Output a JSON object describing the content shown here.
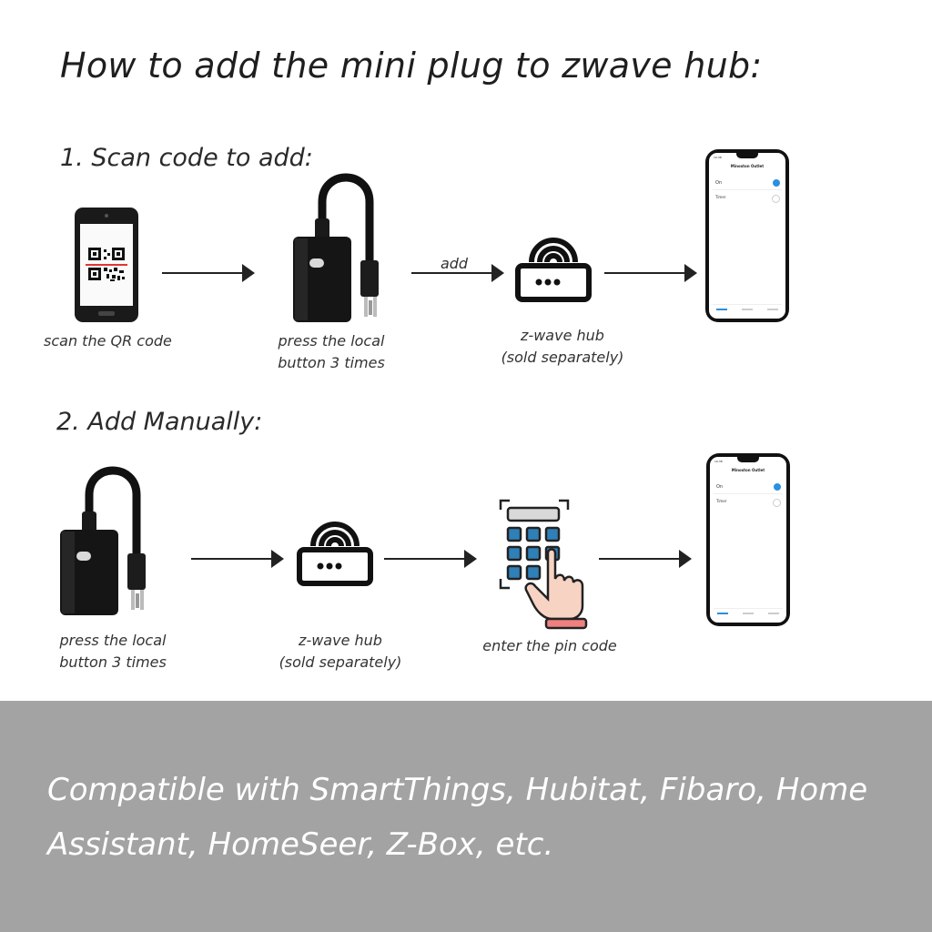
{
  "title": "How to add the mini plug to zwave hub:",
  "section1": {
    "heading": "1. Scan code to add:",
    "steps": [
      {
        "caption": "scan the QR code"
      },
      {
        "caption_line1": "press the local",
        "caption_line2": "button 3 times"
      },
      {
        "arrow_label": "add"
      },
      {
        "caption_line1": "z-wave hub",
        "caption_line2": "(sold separately)"
      }
    ]
  },
  "section2": {
    "heading": "2. Add Manually:",
    "steps": [
      {
        "caption_line1": "press the local",
        "caption_line2": "button 3 times"
      },
      {
        "caption_line1": "z-wave hub",
        "caption_line2": "(sold separately)"
      },
      {
        "caption": "enter the pin code"
      }
    ]
  },
  "app_screen": {
    "time": "10:38",
    "device_name": "Minoston Outlet",
    "status": "On",
    "timer_label": "Timer"
  },
  "footer": {
    "lead": "Compatible with",
    "rest": " SmartThings, Hubitat, Fibaro, Home Assistant, HomeSeer, Z-Box, etc."
  },
  "colors": {
    "footer_bg": "#a3a3a3",
    "keypad_blue": "#2f7fb8",
    "finger_skin": "#f7d3c4",
    "toggle_blue": "#2a90e0"
  }
}
